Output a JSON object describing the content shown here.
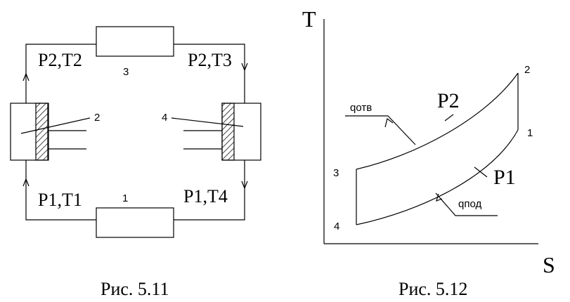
{
  "fig_5_11": {
    "caption": "Рис. 5.11",
    "labels": {
      "p2_t2": "P2,T2",
      "p2_t3": "P2,T3",
      "p1_t1": "P1,T1",
      "p1_t4": "P1,T4",
      "unit_1": "1",
      "unit_2": "2",
      "unit_3": "3",
      "unit_4": "4"
    }
  },
  "fig_5_12": {
    "caption": "Рис. 5.12",
    "axis_t": "T",
    "axis_s": "S",
    "curve_p2": "P2",
    "curve_p1": "P1",
    "q_out": "qотв",
    "q_in": "qпод",
    "point_1": "1",
    "point_2": "2",
    "point_3": "3",
    "point_4": "4"
  }
}
